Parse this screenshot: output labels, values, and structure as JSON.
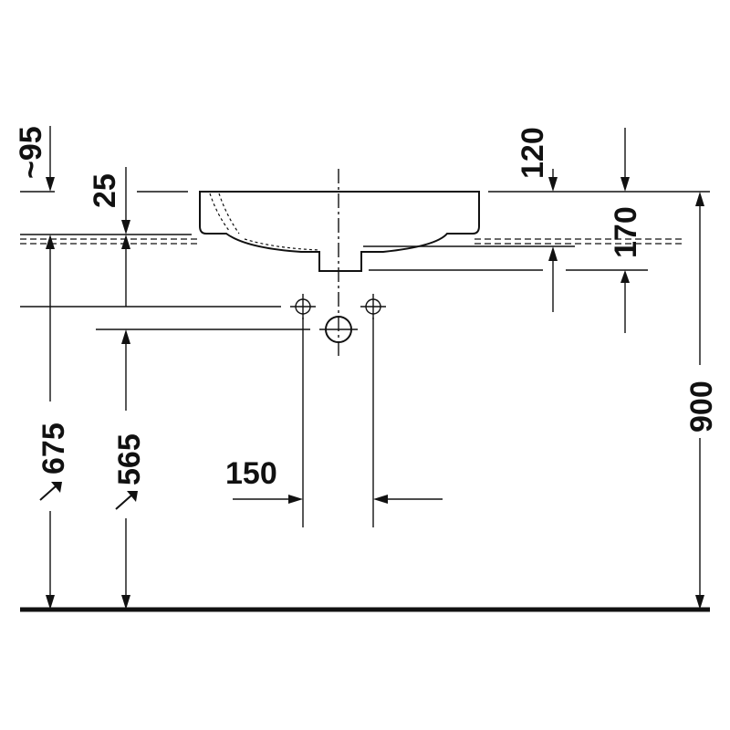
{
  "dimensions": {
    "overflow_height": "~95",
    "rim_offset": "25",
    "top_to_rim": "120",
    "basin_depth": "170",
    "rim_height": "900",
    "supply_height": "675",
    "waste_height": "565",
    "valve_spacing": "150"
  },
  "colors": {
    "ink": "#111111",
    "paper": "#ffffff"
  }
}
